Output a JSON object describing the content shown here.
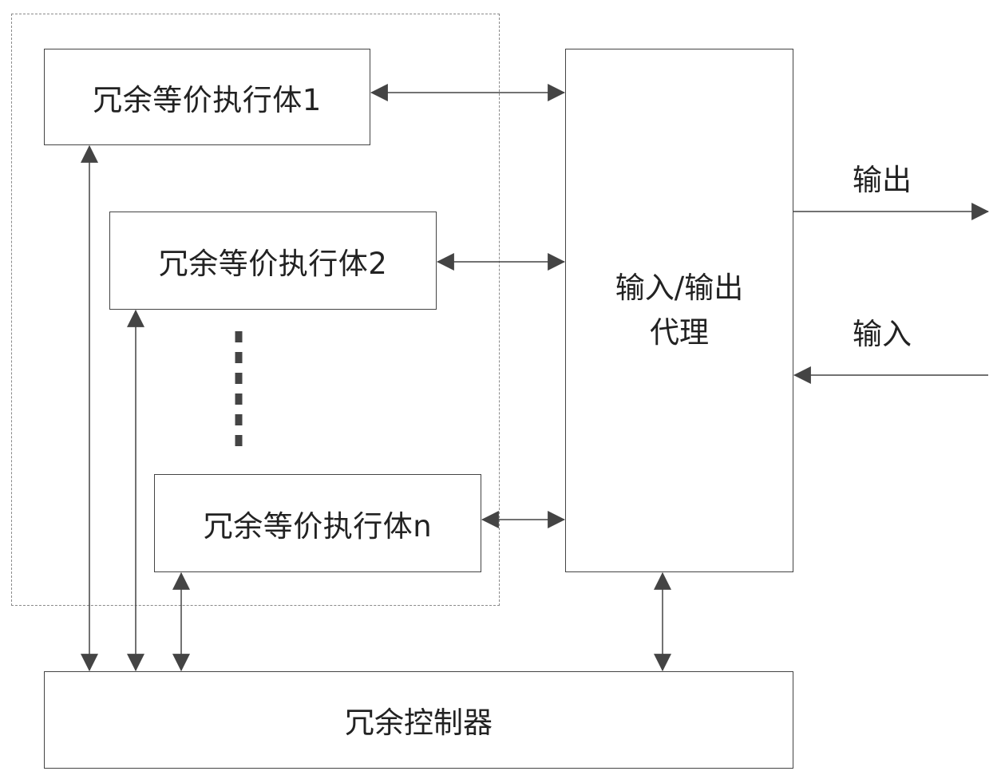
{
  "executors": [
    {
      "label": "冗余等价执行体1"
    },
    {
      "label": "冗余等价执行体2"
    },
    {
      "label": "冗余等价执行体n"
    }
  ],
  "proxy": {
    "label": "输入/输出\n代理"
  },
  "controller": {
    "label": "冗余控制器"
  },
  "io": {
    "output_label": "输出",
    "input_label": "输入"
  },
  "colors": {
    "line": "#444444",
    "dashed_border": "#8a8a8a"
  }
}
